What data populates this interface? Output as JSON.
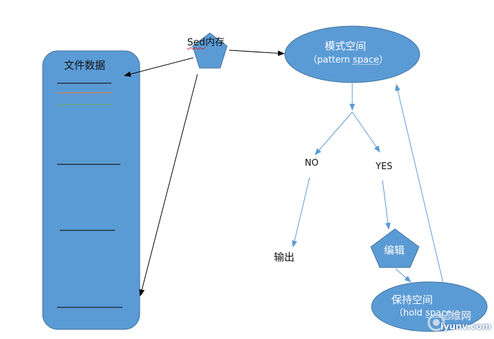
{
  "labels": {
    "file_data": "文件数据",
    "sed_memory_prefix": "Sed",
    "sed_memory_suffix": "内存",
    "pattern_space_cn": "模式空间",
    "pattern_space_open": "（pattern ",
    "pattern_space_word": "space",
    "pattern_space_close": "）",
    "no": "NO",
    "yes": "YES",
    "output": "输出",
    "edit": "编辑",
    "hold_space_cn": "保持空间",
    "hold_space_open": "（hold ",
    "hold_space_word": "space"
  },
  "watermark": {
    "cn": "亿维网",
    "en": "iyunv.com"
  },
  "colors": {
    "shape_fill": "#5b9bd5",
    "shape_stroke": "#41719c",
    "connector_blue": "#5b9bd5",
    "arrow_black": "#000000",
    "divider_orange": "#ed7d31",
    "divider_green": "#70ad47",
    "divider_black": "#000000"
  }
}
